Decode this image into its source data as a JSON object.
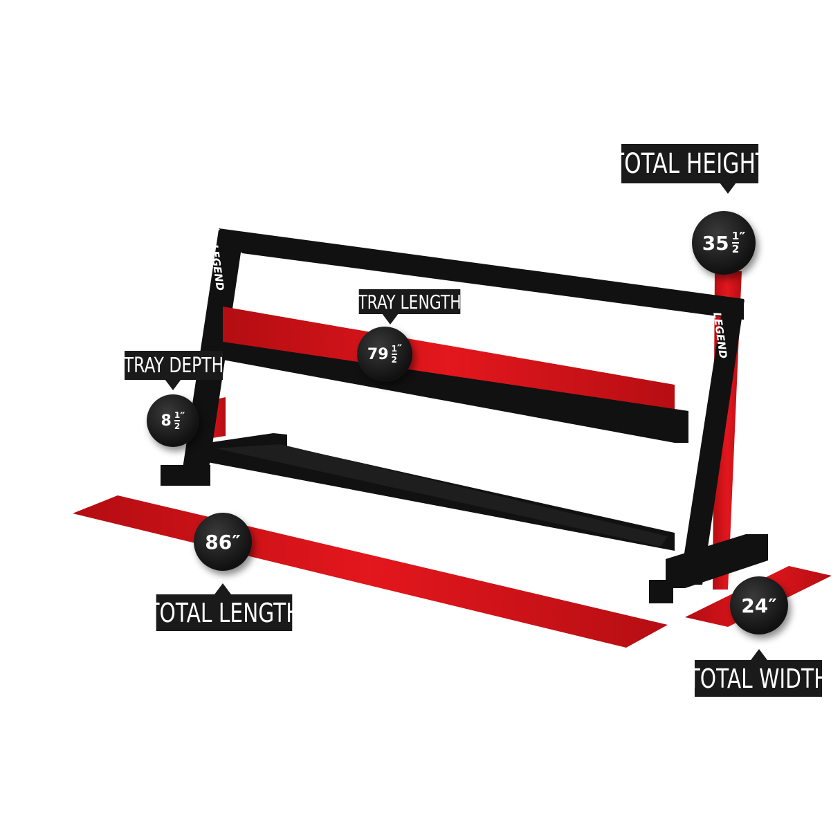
{
  "colors": {
    "frame": "#111111",
    "accent": "#d7141a",
    "label_bg": "#1b1a1a"
  },
  "brand": "LEGEND",
  "dimensions": {
    "total_height": {
      "label": "TOTAL HEIGHT",
      "whole": "35",
      "num": "1",
      "den": "2",
      "unit": "″"
    },
    "tray_length": {
      "label": "TRAY LENGTH",
      "whole": "79",
      "num": "1",
      "den": "2",
      "unit": "″"
    },
    "tray_depth": {
      "label": "TRAY DEPTH",
      "whole": "8",
      "num": "1",
      "den": "2",
      "unit": "″"
    },
    "total_length": {
      "label": "TOTAL LENGTH",
      "value": "86″"
    },
    "total_width": {
      "label": "TOTAL WIDTH",
      "value": "24″"
    }
  }
}
